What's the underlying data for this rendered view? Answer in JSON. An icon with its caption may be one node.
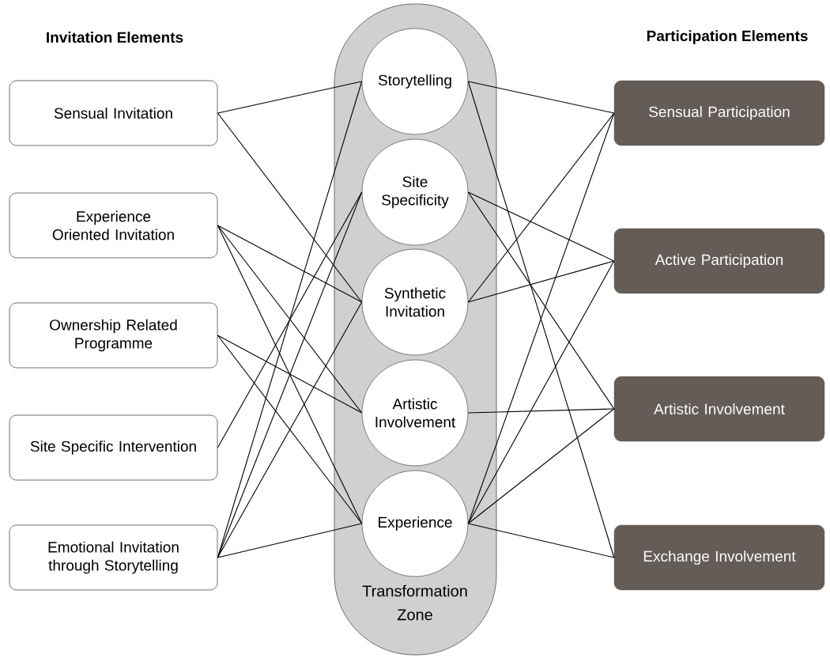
{
  "diagram": {
    "nodes": [
      {
        "text": [
          "Sensual Invitation"
        ]
      },
      {
        "text": [
          "Experience Oriented Invitation"
        ]
      },
      {
        "text": [
          "Ownership Related Programme"
        ]
      },
      {
        "text": [
          "Site Specific Intervention"
        ]
      },
      {
        "text": [
          "Emotional Invitation through Storytelling"
        ]
      },
      {
        "text": [
          "Transformation Zone"
        ]
      },
      {
        "text": [
          "Storytelling"
        ],
        "in": 5
      },
      {
        "text": [
          "Site Specificity"
        ],
        "in": 5
      },
      {
        "text": [
          "Synthetic Invitation"
        ],
        "in": 5
      },
      {
        "text": [
          "Artistic Involvement"
        ],
        "in": 5
      },
      {
        "text": [
          "Experience"
        ],
        "in": 5
      },
      {
        "text": [
          "Sensual Participation"
        ]
      },
      {
        "text": [
          "Active Participation"
        ]
      },
      {
        "text": [
          "Artistic Involvement"
        ]
      },
      {
        "text": [
          "Exchange Involvement"
        ]
      }
    ],
    "edges": [
      {
        "from": 0,
        "to": 6,
        "arrow": "none"
      },
      {
        "from": 0,
        "to": 8,
        "arrow": "none"
      },
      {
        "from": 1,
        "to": 8,
        "arrow": "none"
      },
      {
        "from": 1,
        "to": 9,
        "arrow": "none"
      },
      {
        "from": 1,
        "to": 10,
        "arrow": "none"
      },
      {
        "from": 2,
        "to": 9,
        "arrow": "none"
      },
      {
        "from": 2,
        "to": 10,
        "arrow": "none"
      },
      {
        "from": 3,
        "to": 7,
        "arrow": "none"
      },
      {
        "from": 4,
        "to": 6,
        "arrow": "none"
      },
      {
        "from": 4,
        "to": 7,
        "arrow": "none"
      },
      {
        "from": 4,
        "to": 8,
        "arrow": "none"
      },
      {
        "from": 4,
        "to": 10,
        "arrow": "none"
      },
      {
        "from": 6,
        "to": 11,
        "arrow": "none"
      },
      {
        "from": 6,
        "to": 14,
        "arrow": "none"
      },
      {
        "from": 7,
        "to": 12,
        "arrow": "none"
      },
      {
        "from": 7,
        "to": 13,
        "arrow": "none"
      },
      {
        "from": 8,
        "to": 11,
        "arrow": "none"
      },
      {
        "from": 8,
        "to": 12,
        "arrow": "none"
      },
      {
        "from": 9,
        "to": 13,
        "arrow": "none"
      },
      {
        "from": 10,
        "to": 11,
        "arrow": "none"
      },
      {
        "from": 10,
        "to": 12,
        "arrow": "none"
      },
      {
        "from": 10,
        "to": 13,
        "arrow": "none"
      },
      {
        "from": 10,
        "to": 14,
        "arrow": "none"
      }
    ],
    "labels": [
      "Invitation Elements",
      "Participation Elements"
    ]
  }
}
